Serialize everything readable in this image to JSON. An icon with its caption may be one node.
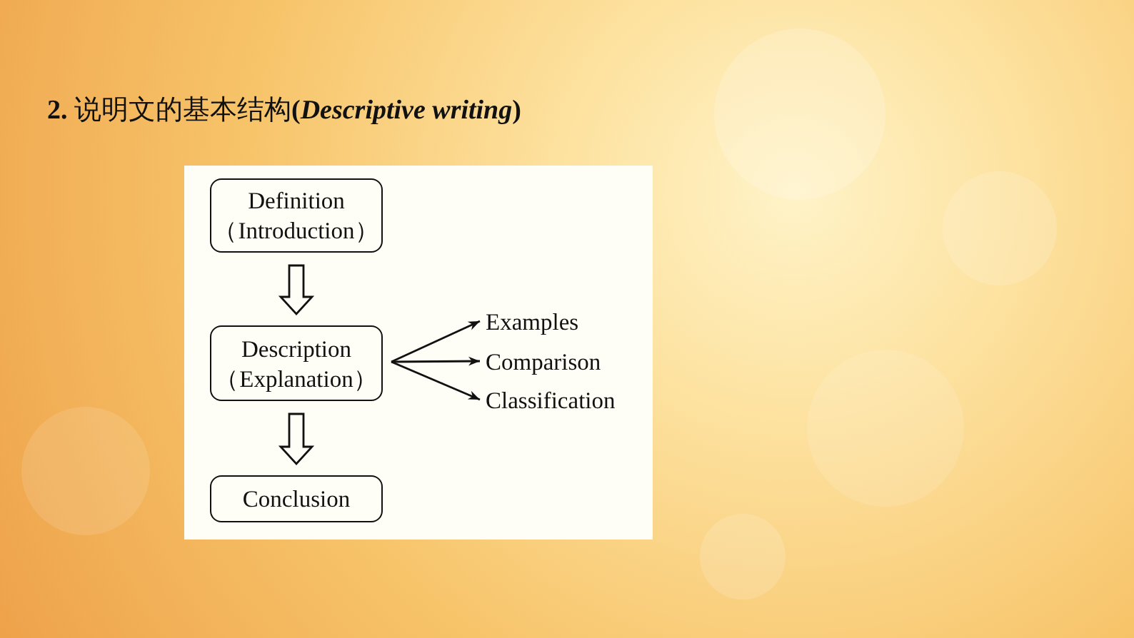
{
  "diagram": {
    "title": "**2.** 说明文的基本结构**(*Descriptive writing*)**",
    "nodes": [
      {
        "text": [
          "Definition",
          "（Introduction）"
        ]
      },
      {
        "text": [
          "Description",
          "（Explanation）"
        ]
      },
      {
        "text": [
          "Conclusion"
        ]
      },
      {
        "text": [
          "Examples"
        ]
      },
      {
        "text": [
          "Comparison"
        ]
      },
      {
        "text": [
          "Classification"
        ]
      }
    ],
    "edges": [
      {
        "from": 0,
        "to": 1,
        "arrow": "to",
        "style": "thick"
      },
      {
        "from": 1,
        "to": 2,
        "arrow": "to",
        "style": "thick"
      },
      {
        "from": 1,
        "to": 3,
        "arrow": "to"
      },
      {
        "from": 1,
        "to": 4,
        "arrow": "to"
      },
      {
        "from": 1,
        "to": 5,
        "arrow": "to"
      }
    ]
  }
}
